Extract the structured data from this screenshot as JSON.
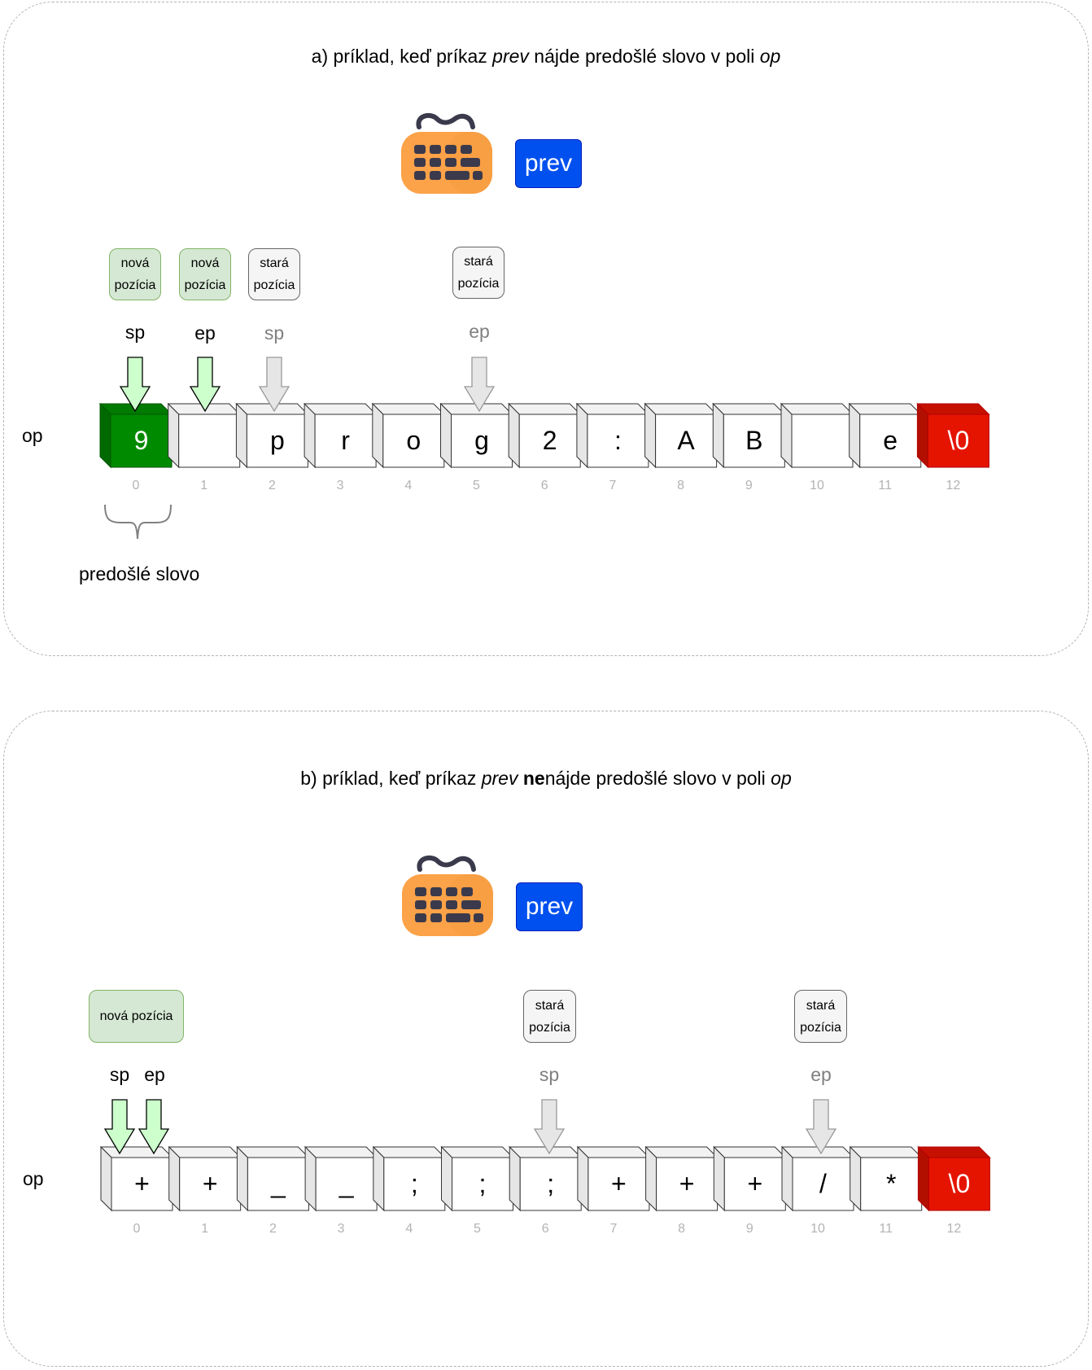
{
  "panel_a": {
    "title_pre": "a) príklad, keď príkaz ",
    "title_cmd": "prev",
    "title_mid": " nájde predošlé slovo v poli ",
    "title_arr": "op",
    "prev_label": "prev",
    "array_label": "op",
    "cells": [
      "9",
      "",
      "p",
      "r",
      "o",
      "g",
      "2",
      ":",
      "A",
      "B",
      "",
      "e",
      "\\0"
    ],
    "indices": [
      "0",
      "1",
      "2",
      "3",
      "4",
      "5",
      "6",
      "7",
      "8",
      "9",
      "10",
      "11",
      "12"
    ],
    "pointers": [
      {
        "name": "sp",
        "state": "new",
        "cell": 0,
        "box": "nová pozícia"
      },
      {
        "name": "ep",
        "state": "new",
        "cell": 1,
        "box": "nová pozícia"
      },
      {
        "name": "sp",
        "state": "old",
        "cell": 2,
        "box": "stará pozícia"
      },
      {
        "name": "ep",
        "state": "old",
        "cell": 5,
        "box": "stará pozícia"
      }
    ],
    "new_box_line1": "nová",
    "new_box_line2": "pozícia",
    "old_box_line1": "stará",
    "old_box_line2": "pozícia",
    "brace_label": "predošlé slovo"
  },
  "panel_b": {
    "title_pre": "b) príklad, keď príkaz ",
    "title_cmd": "prev",
    "title_space": " ",
    "title_bold": "ne",
    "title_mid": "nájde predošlé slovo v poli ",
    "title_arr": "op",
    "prev_label": "prev",
    "array_label": "op",
    "cells": [
      "+",
      "+",
      "_",
      "_",
      ";",
      ";",
      ";",
      "+",
      "+",
      "+",
      "/",
      "*",
      "\\0"
    ],
    "indices": [
      "0",
      "1",
      "2",
      "3",
      "4",
      "5",
      "6",
      "7",
      "8",
      "9",
      "10",
      "11",
      "12"
    ],
    "new_box": "nová pozícia",
    "old_box_line1": "stará",
    "old_box_line2": "pozícia",
    "sp_new": "sp",
    "ep_new": "ep",
    "sp_old": "sp",
    "ep_old": "ep"
  },
  "colors": {
    "cell_face": "#ffffff",
    "cell_side": "#e6e6e6",
    "highlight_green": "#008a00",
    "end_red": "#e51400",
    "arrow_new_fill": "#ccffcc",
    "arrow_old_fill": "#e6e6e6",
    "prev_button": "#0050ef",
    "keyboard_body": "#fca248",
    "keyboard_keys": "#3a3a4c"
  },
  "icons": {
    "keyboard": "keyboard-icon"
  }
}
